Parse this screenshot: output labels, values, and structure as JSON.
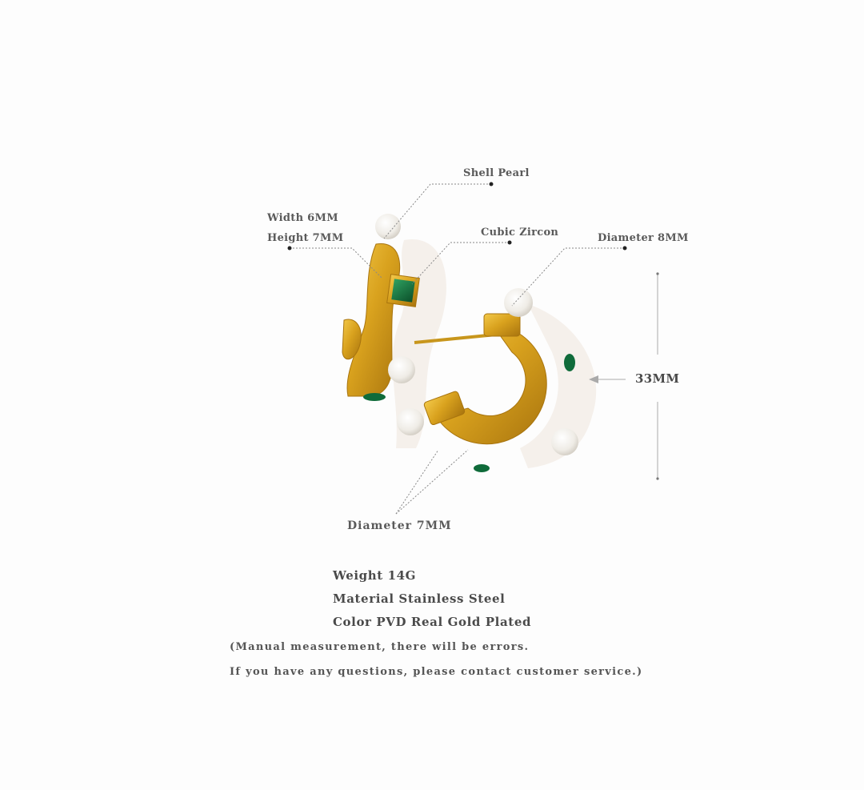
{
  "labels": {
    "shell_pearl": "Shell Pearl",
    "width": "Width 6MM",
    "height": "Height 7MM",
    "cubic_zircon": "Cubic Zircon",
    "diameter_large": "Diameter 8MM",
    "total_height": "33MM",
    "diameter_small": "Diameter 7MM"
  },
  "specs": {
    "weight": "Weight 14G",
    "material": "Material Stainless Steel",
    "color": "Color PVD Real Gold Plated"
  },
  "notes": {
    "line1": "(Manual measurement, there will be errors.",
    "line2": "If you have any questions, please contact customer service.)"
  },
  "colors": {
    "background": "#fdfdfd",
    "gold": "#d9a21e",
    "gold_dark": "#a8740e",
    "emerald": "#0f6b3a",
    "pearl": "#f6f4f0",
    "text": "#555555"
  }
}
